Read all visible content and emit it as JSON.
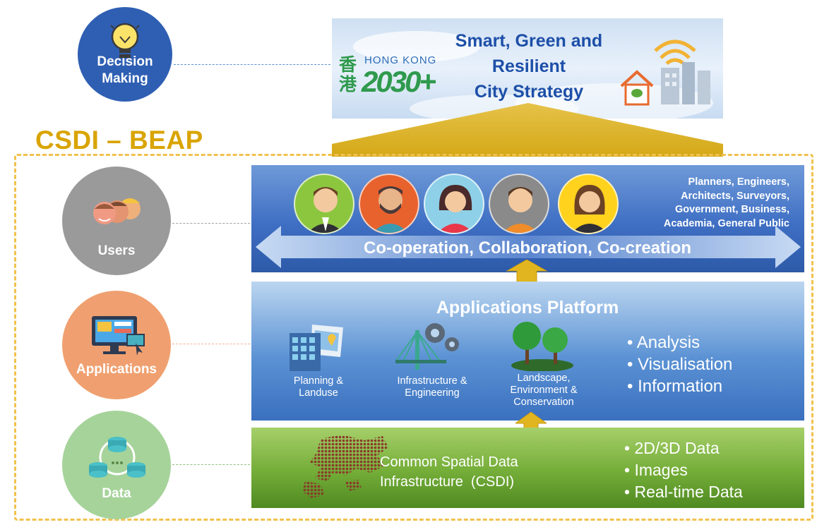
{
  "banner": {
    "title_lines": [
      "Smart, Green and",
      "Resilient",
      "City Strategy"
    ],
    "logo_hk": "HONG KONG",
    "logo_2030": "2030+",
    "logo_chinese": "香港"
  },
  "framework_title": "CSDI – BEAP",
  "left_circles": {
    "decision": "Decision Making",
    "users": "Users",
    "applications": "Applications",
    "data": "Data"
  },
  "users_layer": {
    "groups": [
      "Planners, Engineers,",
      "Architects, Surveyors,",
      "Government, Business,",
      "Academia, General Public"
    ],
    "collaboration": "Co-operation, Collaboration, Co-creation"
  },
  "apps_layer": {
    "title": "Applications Platform",
    "apps": [
      {
        "label": "Planning & Landuse"
      },
      {
        "label": "Infrastructure & Engineering"
      },
      {
        "label": "Landscape, Environment & Conservation"
      }
    ],
    "bullets": [
      "Analysis",
      "Visualisation",
      "Information"
    ]
  },
  "data_layer": {
    "label_lines": [
      "Common Spatial Data",
      "Infrastructure  (CSDI)"
    ],
    "bullets": [
      "2D/3D Data",
      "Images",
      "Real-time Data"
    ]
  },
  "colors": {
    "gold": "#d9a400",
    "decision_blue": "#2f5fb3",
    "users_gray": "#9a9a9a",
    "apps_orange": "#f0a070",
    "data_green": "#a6d39a"
  }
}
